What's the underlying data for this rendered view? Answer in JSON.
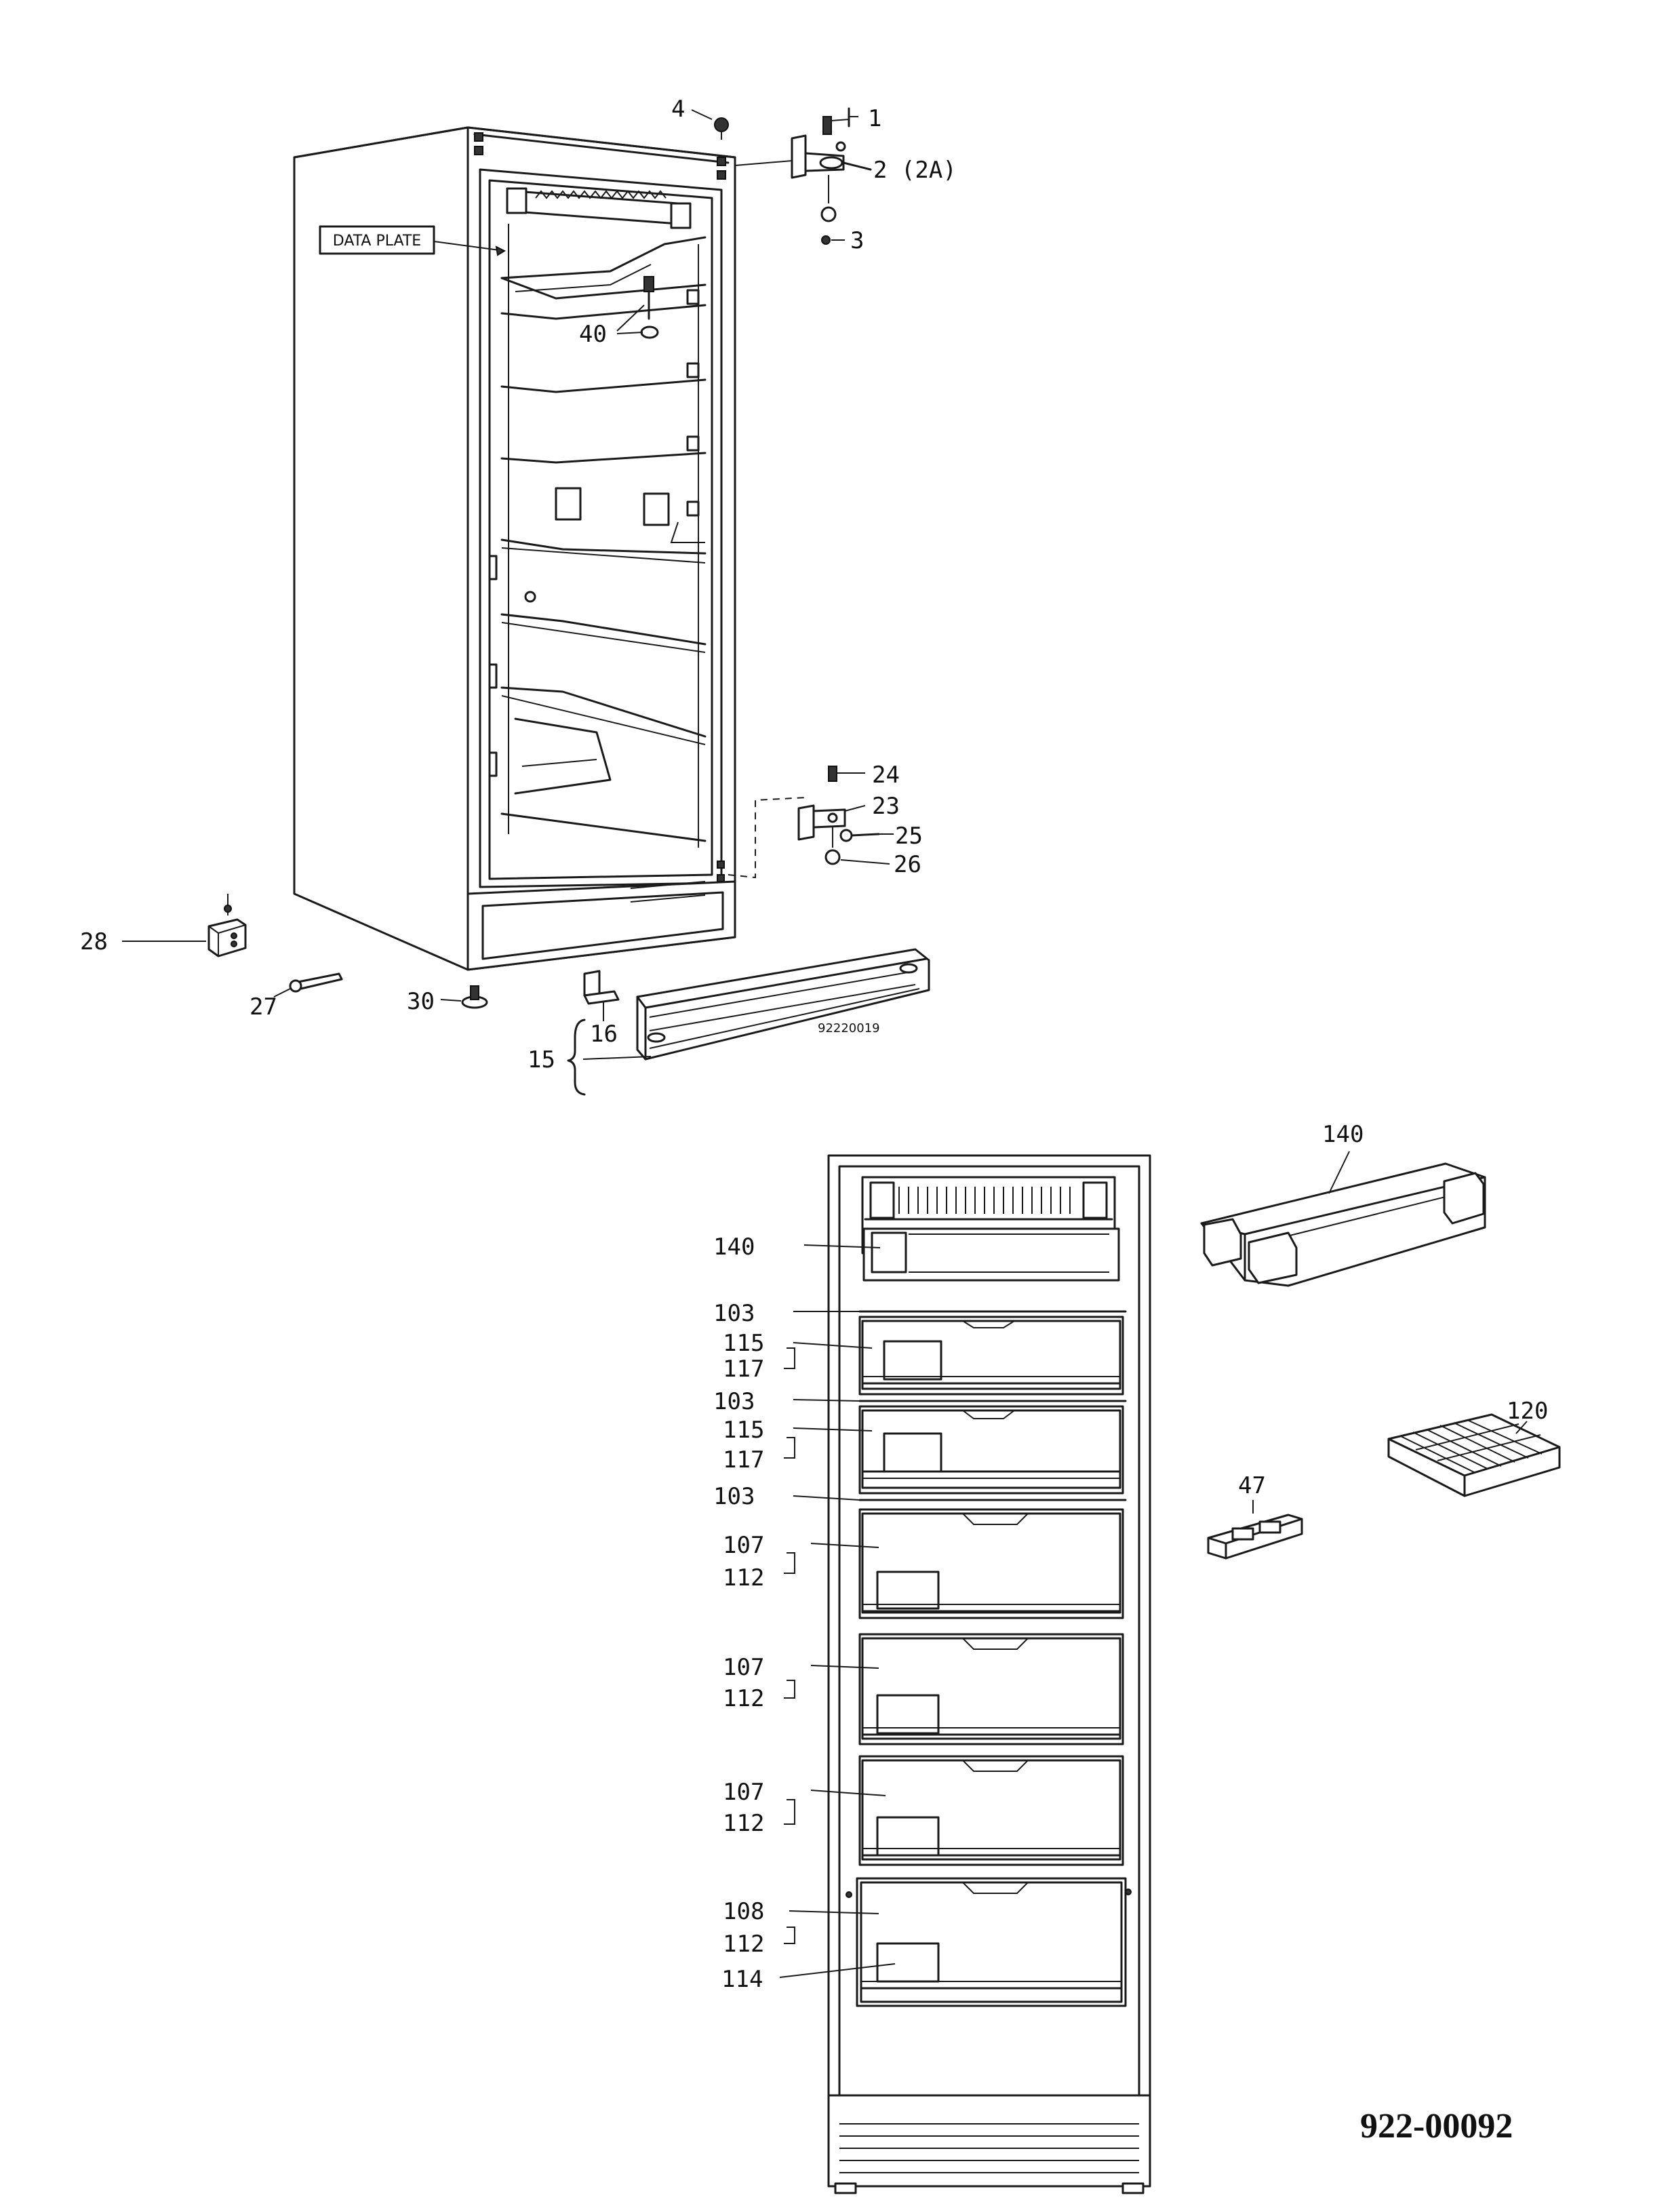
{
  "callouts": {
    "c1": "1",
    "c2": "2 (2A)",
    "c3": "3",
    "c4": "4",
    "c15": "15",
    "c16": "16",
    "c23": "23",
    "c24": "24",
    "c25": "25",
    "c26": "26",
    "c27": "27",
    "c28": "28",
    "c30": "30",
    "c40": "40",
    "c47": "47",
    "c103a": "103",
    "c103b": "103",
    "c103c": "103",
    "c107a": "107",
    "c107b": "107",
    "c107c": "107",
    "c108": "108",
    "c112a": "112",
    "c112b": "112",
    "c112c": "112",
    "c112d": "112",
    "c114": "114",
    "c115a": "115",
    "c115b": "115",
    "c117a": "117",
    "c117b": "117",
    "c120": "120",
    "c140a": "140",
    "c140b": "140"
  },
  "labels": {
    "data_plate": "DATA PLATE",
    "kick_plate_code": "92220019",
    "document_number": "922-00092"
  }
}
